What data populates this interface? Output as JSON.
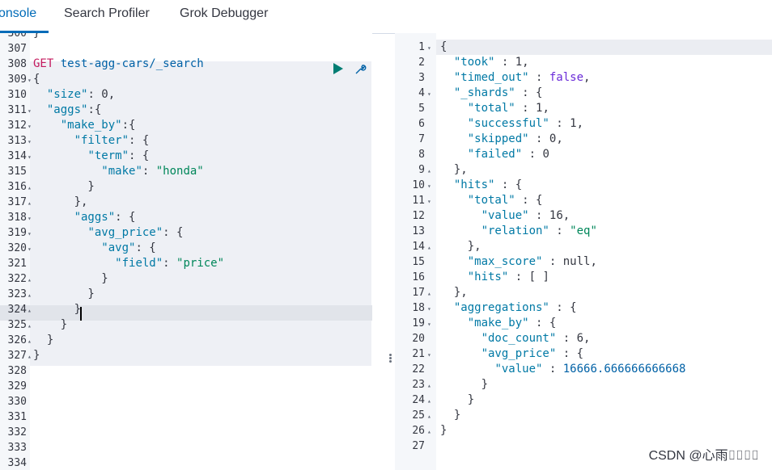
{
  "tabs": {
    "console": "onsole",
    "search_profiler": "Search Profiler",
    "grok_debugger": "Grok Debugger"
  },
  "request": {
    "method": "GET",
    "path": "test-agg-cars/_search",
    "lines": [
      {
        "num": "307",
        "fold": "",
        "html": ""
      },
      {
        "num": "308",
        "fold": "",
        "html": "<span class='m'>GET</span> <span class='u'>test-agg-cars/_search</span>"
      },
      {
        "num": "309",
        "fold": "▾",
        "html": "{"
      },
      {
        "num": "310",
        "fold": "",
        "html": "  <span class='k'>\"size\"</span>: <span class='n'>0</span>,"
      },
      {
        "num": "311",
        "fold": "▾",
        "html": "  <span class='k'>\"aggs\"</span>:{"
      },
      {
        "num": "312",
        "fold": "▾",
        "html": "    <span class='k'>\"make_by\"</span>:{"
      },
      {
        "num": "313",
        "fold": "▾",
        "html": "      <span class='k'>\"filter\"</span>: {"
      },
      {
        "num": "314",
        "fold": "▾",
        "html": "        <span class='k'>\"term\"</span>: {"
      },
      {
        "num": "315",
        "fold": "",
        "html": "          <span class='k'>\"make\"</span>: <span class='s'>\"honda\"</span>"
      },
      {
        "num": "316",
        "fold": "▴",
        "html": "        }"
      },
      {
        "num": "317",
        "fold": "▴",
        "html": "      },"
      },
      {
        "num": "318",
        "fold": "▾",
        "html": "      <span class='k'>\"aggs\"</span>: {"
      },
      {
        "num": "319",
        "fold": "▾",
        "html": "        <span class='k'>\"avg_price\"</span>: {"
      },
      {
        "num": "320",
        "fold": "▾",
        "html": "          <span class='k'>\"avg\"</span>: {"
      },
      {
        "num": "321",
        "fold": "",
        "html": "            <span class='k'>\"field\"</span>: <span class='s'>\"price\"</span>"
      },
      {
        "num": "322",
        "fold": "▴",
        "html": "          }"
      },
      {
        "num": "323",
        "fold": "▴",
        "html": "        }"
      },
      {
        "num": "324",
        "fold": "▴",
        "html": "      }"
      },
      {
        "num": "325",
        "fold": "▴",
        "html": "    }"
      },
      {
        "num": "326",
        "fold": "▴",
        "html": "  }"
      },
      {
        "num": "327",
        "fold": "▴",
        "html": "}"
      },
      {
        "num": "328",
        "fold": "",
        "html": ""
      },
      {
        "num": "329",
        "fold": "",
        "html": ""
      },
      {
        "num": "330",
        "fold": "",
        "html": ""
      },
      {
        "num": "331",
        "fold": "",
        "html": ""
      },
      {
        "num": "332",
        "fold": "",
        "html": ""
      },
      {
        "num": "333",
        "fold": "",
        "html": ""
      },
      {
        "num": "334",
        "fold": "",
        "html": ""
      }
    ]
  },
  "response": {
    "lines": [
      {
        "num": "1",
        "fold": "▾",
        "html": "{"
      },
      {
        "num": "2",
        "fold": "",
        "html": "  <span class='k'>\"took\"</span> : <span class='n'>1</span>,"
      },
      {
        "num": "3",
        "fold": "",
        "html": "  <span class='k'>\"timed_out\"</span> : <span class='b'>false</span>,"
      },
      {
        "num": "4",
        "fold": "▾",
        "html": "  <span class='k'>\"_shards\"</span> : {"
      },
      {
        "num": "5",
        "fold": "",
        "html": "    <span class='k'>\"total\"</span> : <span class='n'>1</span>,"
      },
      {
        "num": "6",
        "fold": "",
        "html": "    <span class='k'>\"successful\"</span> : <span class='n'>1</span>,"
      },
      {
        "num": "7",
        "fold": "",
        "html": "    <span class='k'>\"skipped\"</span> : <span class='n'>0</span>,"
      },
      {
        "num": "8",
        "fold": "",
        "html": "    <span class='k'>\"failed\"</span> : <span class='n'>0</span>"
      },
      {
        "num": "9",
        "fold": "▴",
        "html": "  },"
      },
      {
        "num": "10",
        "fold": "▾",
        "html": "  <span class='k'>\"hits\"</span> : {"
      },
      {
        "num": "11",
        "fold": "▾",
        "html": "    <span class='k'>\"total\"</span> : {"
      },
      {
        "num": "12",
        "fold": "",
        "html": "      <span class='k'>\"value\"</span> : <span class='n'>16</span>,"
      },
      {
        "num": "13",
        "fold": "",
        "html": "      <span class='k'>\"relation\"</span> : <span class='s'>\"eq\"</span>"
      },
      {
        "num": "14",
        "fold": "▴",
        "html": "    },"
      },
      {
        "num": "15",
        "fold": "",
        "html": "    <span class='k'>\"max_score\"</span> : <span class='n'>null</span>,"
      },
      {
        "num": "16",
        "fold": "",
        "html": "    <span class='k'>\"hits\"</span> : [ ]"
      },
      {
        "num": "17",
        "fold": "▴",
        "html": "  },"
      },
      {
        "num": "18",
        "fold": "▾",
        "html": "  <span class='k'>\"aggregations\"</span> : {"
      },
      {
        "num": "19",
        "fold": "▾",
        "html": "    <span class='k'>\"make_by\"</span> : {"
      },
      {
        "num": "20",
        "fold": "",
        "html": "      <span class='k'>\"doc_count\"</span> : <span class='n'>6</span>,"
      },
      {
        "num": "21",
        "fold": "▾",
        "html": "      <span class='k'>\"avg_price\"</span> : {"
      },
      {
        "num": "22",
        "fold": "",
        "html": "        <span class='k'>\"value\"</span> : <span class='u'>16666.666666666668</span>"
      },
      {
        "num": "23",
        "fold": "▴",
        "html": "      }"
      },
      {
        "num": "24",
        "fold": "▴",
        "html": "    }"
      },
      {
        "num": "25",
        "fold": "▴",
        "html": "  }"
      },
      {
        "num": "26",
        "fold": "▴",
        "html": "}"
      },
      {
        "num": "27",
        "fold": "",
        "html": ""
      }
    ]
  },
  "watermark": "CSDN @心雨⌷⌷⌷⌷",
  "icons": {
    "run": "play-icon",
    "settings": "wrench-icon"
  },
  "colors": {
    "accent": "#006bb8",
    "run": "#017d73",
    "method": "#c41a5e",
    "key": "#0079a5",
    "string": "#00875a"
  }
}
